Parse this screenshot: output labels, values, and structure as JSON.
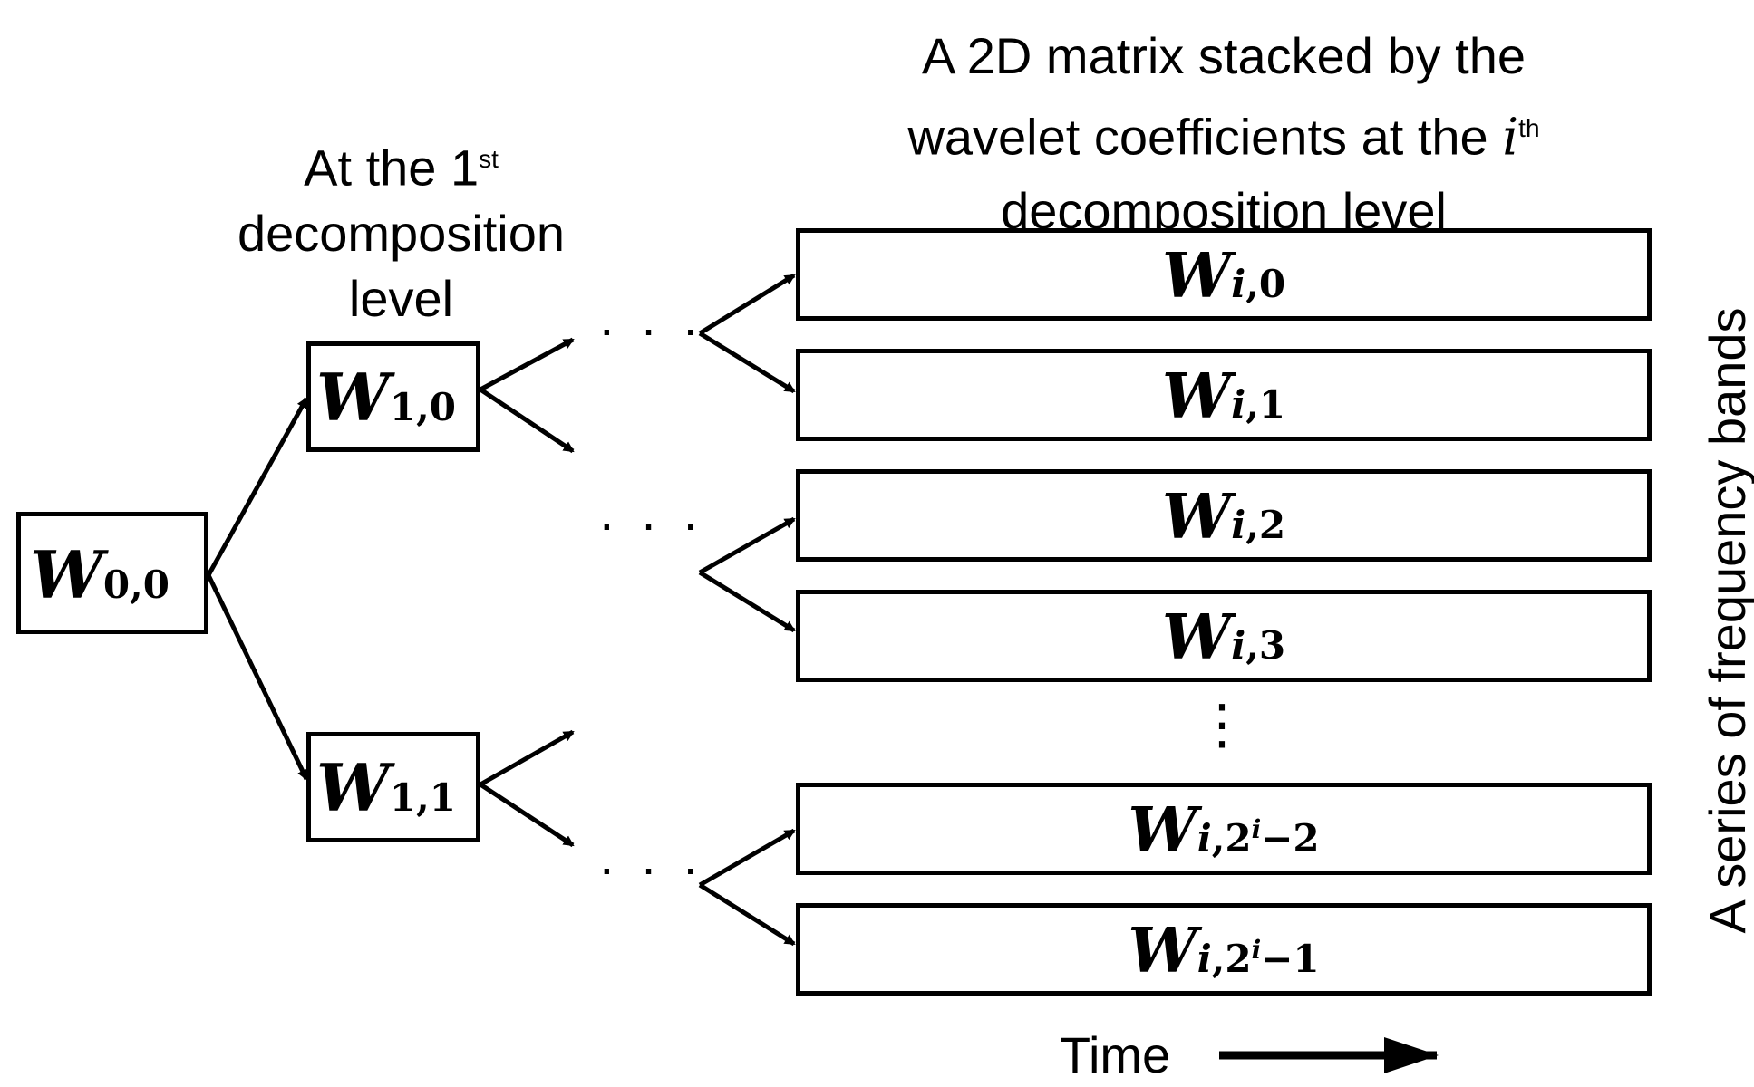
{
  "labels": {
    "first_level_line1": "At the 1",
    "first_level_sup": "st",
    "first_level_line2": "decomposition",
    "first_level_line3": "level",
    "matrix_line1": "A 2D matrix stacked by the",
    "matrix_line2": "wavelet coefficients at the ",
    "matrix_i": "i",
    "matrix_sup": "th",
    "matrix_line3": "decomposition level",
    "side_label": "A series of frequency bands",
    "time_label": "Time",
    "dots": "· · ·",
    "vdots": "⋮"
  },
  "nodes": {
    "w00": {
      "sym": "W",
      "sub": "0,0"
    },
    "w10": {
      "sym": "W",
      "sub": "1,0"
    },
    "w11": {
      "sym": "W",
      "sub": "1,1"
    }
  },
  "bands": [
    {
      "sym": "W",
      "sub_i": "i",
      "sub_rest": ",0"
    },
    {
      "sym": "W",
      "sub_i": "i",
      "sub_rest": ",1"
    },
    {
      "sym": "W",
      "sub_i": "i",
      "sub_rest": ",2"
    },
    {
      "sym": "W",
      "sub_i": "i",
      "sub_rest": ",3"
    },
    {
      "sym": "W",
      "sub_i": "i",
      "sub_rest": ",2",
      "sup": "i",
      "tail": "−2"
    },
    {
      "sym": "W",
      "sub_i": "i",
      "sub_rest": ",2",
      "sup": "i",
      "tail": "−1"
    }
  ]
}
